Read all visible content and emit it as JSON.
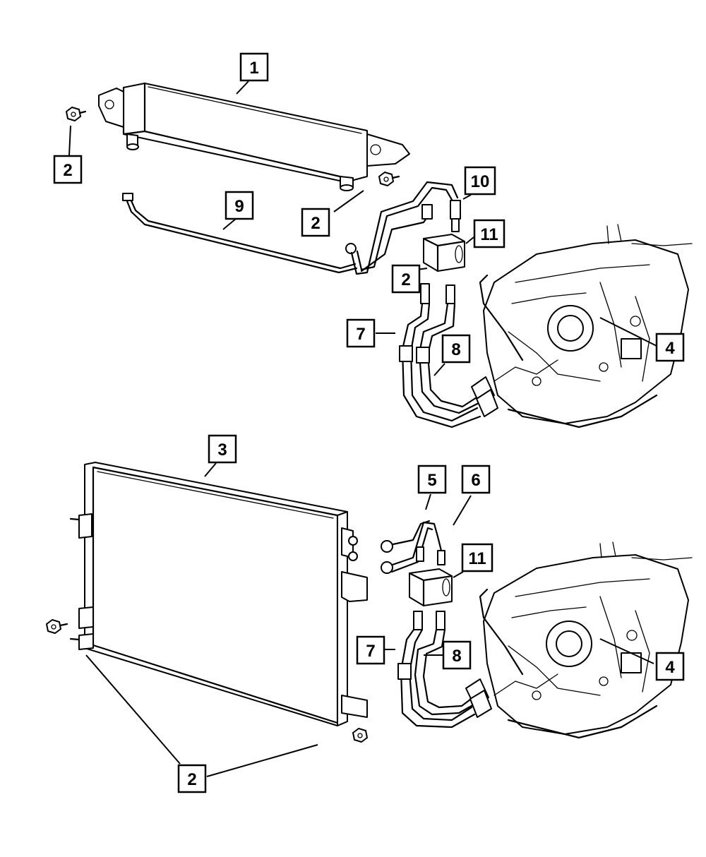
{
  "callouts": [
    {
      "id": "c1",
      "label": "1"
    },
    {
      "id": "c2a",
      "label": "2"
    },
    {
      "id": "c2b",
      "label": "2"
    },
    {
      "id": "c9",
      "label": "9"
    },
    {
      "id": "c10",
      "label": "10"
    },
    {
      "id": "c11a",
      "label": "11"
    },
    {
      "id": "c2c",
      "label": "2"
    },
    {
      "id": "c7a",
      "label": "7"
    },
    {
      "id": "c8a",
      "label": "8"
    },
    {
      "id": "c4a",
      "label": "4"
    },
    {
      "id": "c3",
      "label": "3"
    },
    {
      "id": "c5",
      "label": "5"
    },
    {
      "id": "c6",
      "label": "6"
    },
    {
      "id": "c11b",
      "label": "11"
    },
    {
      "id": "c7b",
      "label": "7"
    },
    {
      "id": "c8b",
      "label": "8"
    },
    {
      "id": "c4b",
      "label": "4"
    },
    {
      "id": "c2d",
      "label": "2"
    }
  ]
}
